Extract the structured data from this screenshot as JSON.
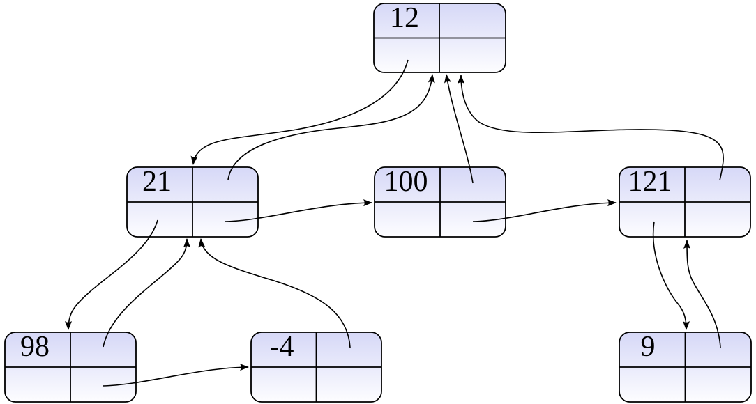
{
  "diagram": {
    "kind": "linked-tree-nodes",
    "colors": {
      "node_fill_top": "#d6d8f7",
      "node_fill_bottom": "#fdfdff",
      "stroke": "#000000",
      "background": "#ffffff"
    },
    "nodes": {
      "n12": {
        "value": "12"
      },
      "n21": {
        "value": "21"
      },
      "n100": {
        "value": "100"
      },
      "n121": {
        "value": "121"
      },
      "n98": {
        "value": "98"
      },
      "nm4": {
        "value": "-4"
      },
      "n9": {
        "value": "9"
      }
    },
    "edges": [
      {
        "from": "12",
        "to": "21",
        "relation": "child"
      },
      {
        "from": "21",
        "to": "12",
        "relation": "parent"
      },
      {
        "from": "100",
        "to": "12",
        "relation": "parent"
      },
      {
        "from": "121",
        "to": "12",
        "relation": "parent"
      },
      {
        "from": "21",
        "to": "100",
        "relation": "sibling"
      },
      {
        "from": "100",
        "to": "121",
        "relation": "sibling"
      },
      {
        "from": "21",
        "to": "98",
        "relation": "child"
      },
      {
        "from": "98",
        "to": "21",
        "relation": "parent"
      },
      {
        "from": "-4",
        "to": "21",
        "relation": "parent"
      },
      {
        "from": "98",
        "to": "-4",
        "relation": "sibling"
      },
      {
        "from": "121",
        "to": "9",
        "relation": "child"
      },
      {
        "from": "9",
        "to": "121",
        "relation": "parent"
      }
    ]
  }
}
